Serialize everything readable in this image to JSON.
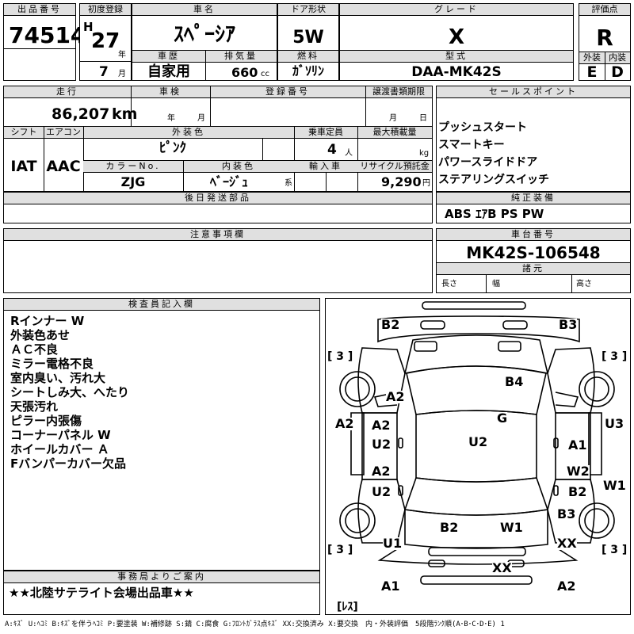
{
  "header": {
    "lot_no_label": "出品番号",
    "lot_no": "74514",
    "first_reg_label": "初度登録",
    "era": "H",
    "year": "27",
    "year_unit": "年",
    "month": "7",
    "month_unit": "月",
    "car_name_label": "車名",
    "car_name": "ｽﾍﾟｰｼｱ",
    "door_label": "ドア形状",
    "door": "5W",
    "grade_label": "グレード",
    "grade": "X",
    "score_label": "評価点",
    "score": "R",
    "history_label": "車歴",
    "history": "自家用",
    "displacement_label": "排気量",
    "displacement": "660",
    "displacement_unit": "cc",
    "fuel_label": "燃料",
    "fuel": "ｶﾞｿﾘﾝ",
    "model_label": "型式",
    "model": "DAA-MK42S",
    "ext_label": "外装",
    "ext": "E",
    "int_label": "内装",
    "int": "D"
  },
  "mid": {
    "mileage_label": "走行",
    "mileage": "86,207",
    "mileage_unit": "km",
    "inspection_label": "車検",
    "insp_year_unit": "年",
    "insp_month_unit": "月",
    "reg_no_label": "登録番号",
    "transfer_label": "譲渡書類期限",
    "transfer_month": "月",
    "transfer_day": "日",
    "shift_label": "シフト",
    "shift": "IAT",
    "ac_label": "エアコン",
    "ac": "AAC",
    "ext_color_label": "外装色",
    "ext_color": "ﾋﾟﾝｸ",
    "capacity_label": "乗車定員",
    "capacity": "4",
    "capacity_unit": "人",
    "max_load_label": "最大積載量",
    "max_load_unit": "kg",
    "color_no_label": "カラーNo.",
    "color_no": "ZJG",
    "int_color_label": "内装色",
    "int_color": "ﾍﾞｰｼﾞｭ",
    "int_color_unit": "系",
    "import_label": "輸入車",
    "recycle_label": "リサイクル預託金",
    "recycle": "9,290",
    "recycle_unit": "円",
    "later_parts_label": "後日発送部品",
    "caution_label": "注意事項欄"
  },
  "sales": {
    "label": "セールスポイント",
    "items": [
      "プッシュスタート",
      "スマートキー",
      "パワースライドドア",
      "ステアリングスイッチ"
    ],
    "genuine_label": "純正装備",
    "genuine": "ABS ｴｱB PS PW",
    "chassis_label": "車台番号",
    "chassis": "MK42S-106548",
    "specs_label": "諸元",
    "length_label": "長さ",
    "width_label": "幅",
    "height_label": "高さ"
  },
  "inspector": {
    "label": "検査員記入欄",
    "notes": [
      "Rインナー W",
      "外装色あせ",
      "ＡＣ不良",
      "ミラー電格不良",
      "室内臭い、汚れ大",
      "シートしみ大、へたり",
      "天張汚れ",
      "ピラー内張傷",
      "コーナーパネル W",
      "ホイールカバー Ａ",
      "Fバンパーカバー欠品"
    ]
  },
  "office": {
    "label": "事務局よりご案内",
    "text": "★★北陸サテライト会場出品車★★"
  },
  "diagram": {
    "tire_fl": "[ 3 ]",
    "tire_fr": "[ 3 ]",
    "tire_rl": "[ 3 ]",
    "tire_rr": "[ 3 ]",
    "spare": "[ﾚｽ]",
    "marks": {
      "fb_l": "B2",
      "fb_r": "B3",
      "hood": "B4",
      "ff_l": "A2",
      "side_l": "A2",
      "fd_l_a": "A2",
      "fd_l_u": "U2",
      "rd_l_a": "A2",
      "rd_l_u": "U2",
      "roof": "U2",
      "glass": "G",
      "fd_r": "A1",
      "side_r": "U3",
      "rd_r_w": "W2",
      "rd_r_b": "B2",
      "rq_r": "W1",
      "rr_b": "B3",
      "tg_b": "B2",
      "tg_w": "W1",
      "rq_l": "U1",
      "rc_r": "XX",
      "rb": "XX",
      "rbc_l": "A1",
      "rbc_r": "A2"
    }
  },
  "legend": "A:ｷｽﾞ U:ﾍｺﾐ B:ｷｽﾞを伴うﾍｺﾐ P:要塗装 W:補修跡 S:錆 C:腐食 G:ﾌﾛﾝﾄｶﾞﾗｽ点ｷｽﾞ XX:交換済み X:要交換　内・外装評価　5段階ﾗﾝｸ順(A･B･C･D･E) 1"
}
